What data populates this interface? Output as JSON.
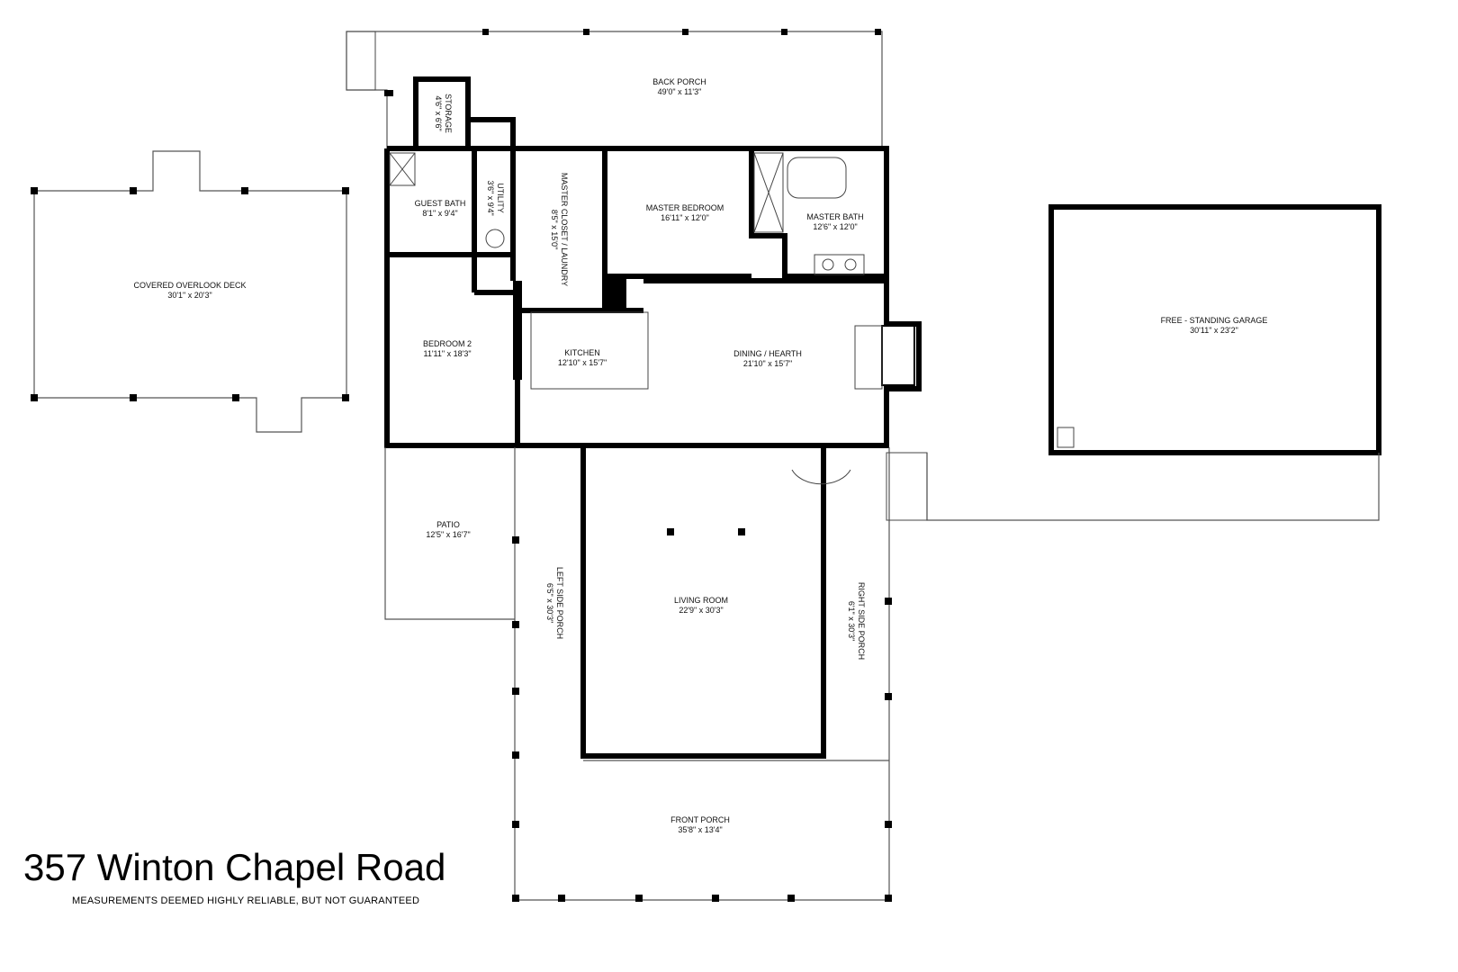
{
  "title": "357 Winton Chapel Road",
  "disclaimer": "MEASUREMENTS DEEMED HIGHLY RELIABLE, BUT NOT GUARANTEED",
  "rooms": {
    "back_porch": {
      "name": "BACK PORCH",
      "dims": "49'0\" x 11'3\""
    },
    "storage": {
      "name": "STORAGE",
      "dims": "4'6\" x 6'6\""
    },
    "guest_bath": {
      "name": "GUEST BATH",
      "dims": "8'1\" x 9'4\""
    },
    "utility": {
      "name": "UTILITY",
      "dims": "3'6\" x 9'4\""
    },
    "master_closet": {
      "name": "MASTER CLOSET / LAUNDRY",
      "dims": "8'5\" x 15'0\""
    },
    "master_bedroom": {
      "name": "MASTER BEDROOM",
      "dims": "16'11\" x 12'0\""
    },
    "master_bath": {
      "name": "MASTER BATH",
      "dims": "12'6\" x 12'0\""
    },
    "covered_deck": {
      "name": "COVERED OVERLOOK DECK",
      "dims": "30'1\" x 20'3\""
    },
    "bedroom2": {
      "name": "BEDROOM 2",
      "dims": "11'11\" x 18'3\""
    },
    "kitchen": {
      "name": "KITCHEN",
      "dims": "12'10\" x 15'7\""
    },
    "dining": {
      "name": "DINING / HEARTH",
      "dims": "21'10\" x 15'7\""
    },
    "garage": {
      "name": "FREE - STANDING GARAGE",
      "dims": "30'11\" x 23'2\""
    },
    "patio": {
      "name": "PATIO",
      "dims": "12'5\" x 16'7\""
    },
    "left_porch": {
      "name": "LEFT SIDE PORCH",
      "dims": "6'5\" x 30'3\""
    },
    "living": {
      "name": "LIVING ROOM",
      "dims": "22'9\" x 30'3\""
    },
    "right_porch": {
      "name": "RIGHT SIDE PORCH",
      "dims": "6'1\" x 30'3\""
    },
    "front_porch": {
      "name": "FRONT PORCH",
      "dims": "35'8\" x 13'4\""
    }
  }
}
